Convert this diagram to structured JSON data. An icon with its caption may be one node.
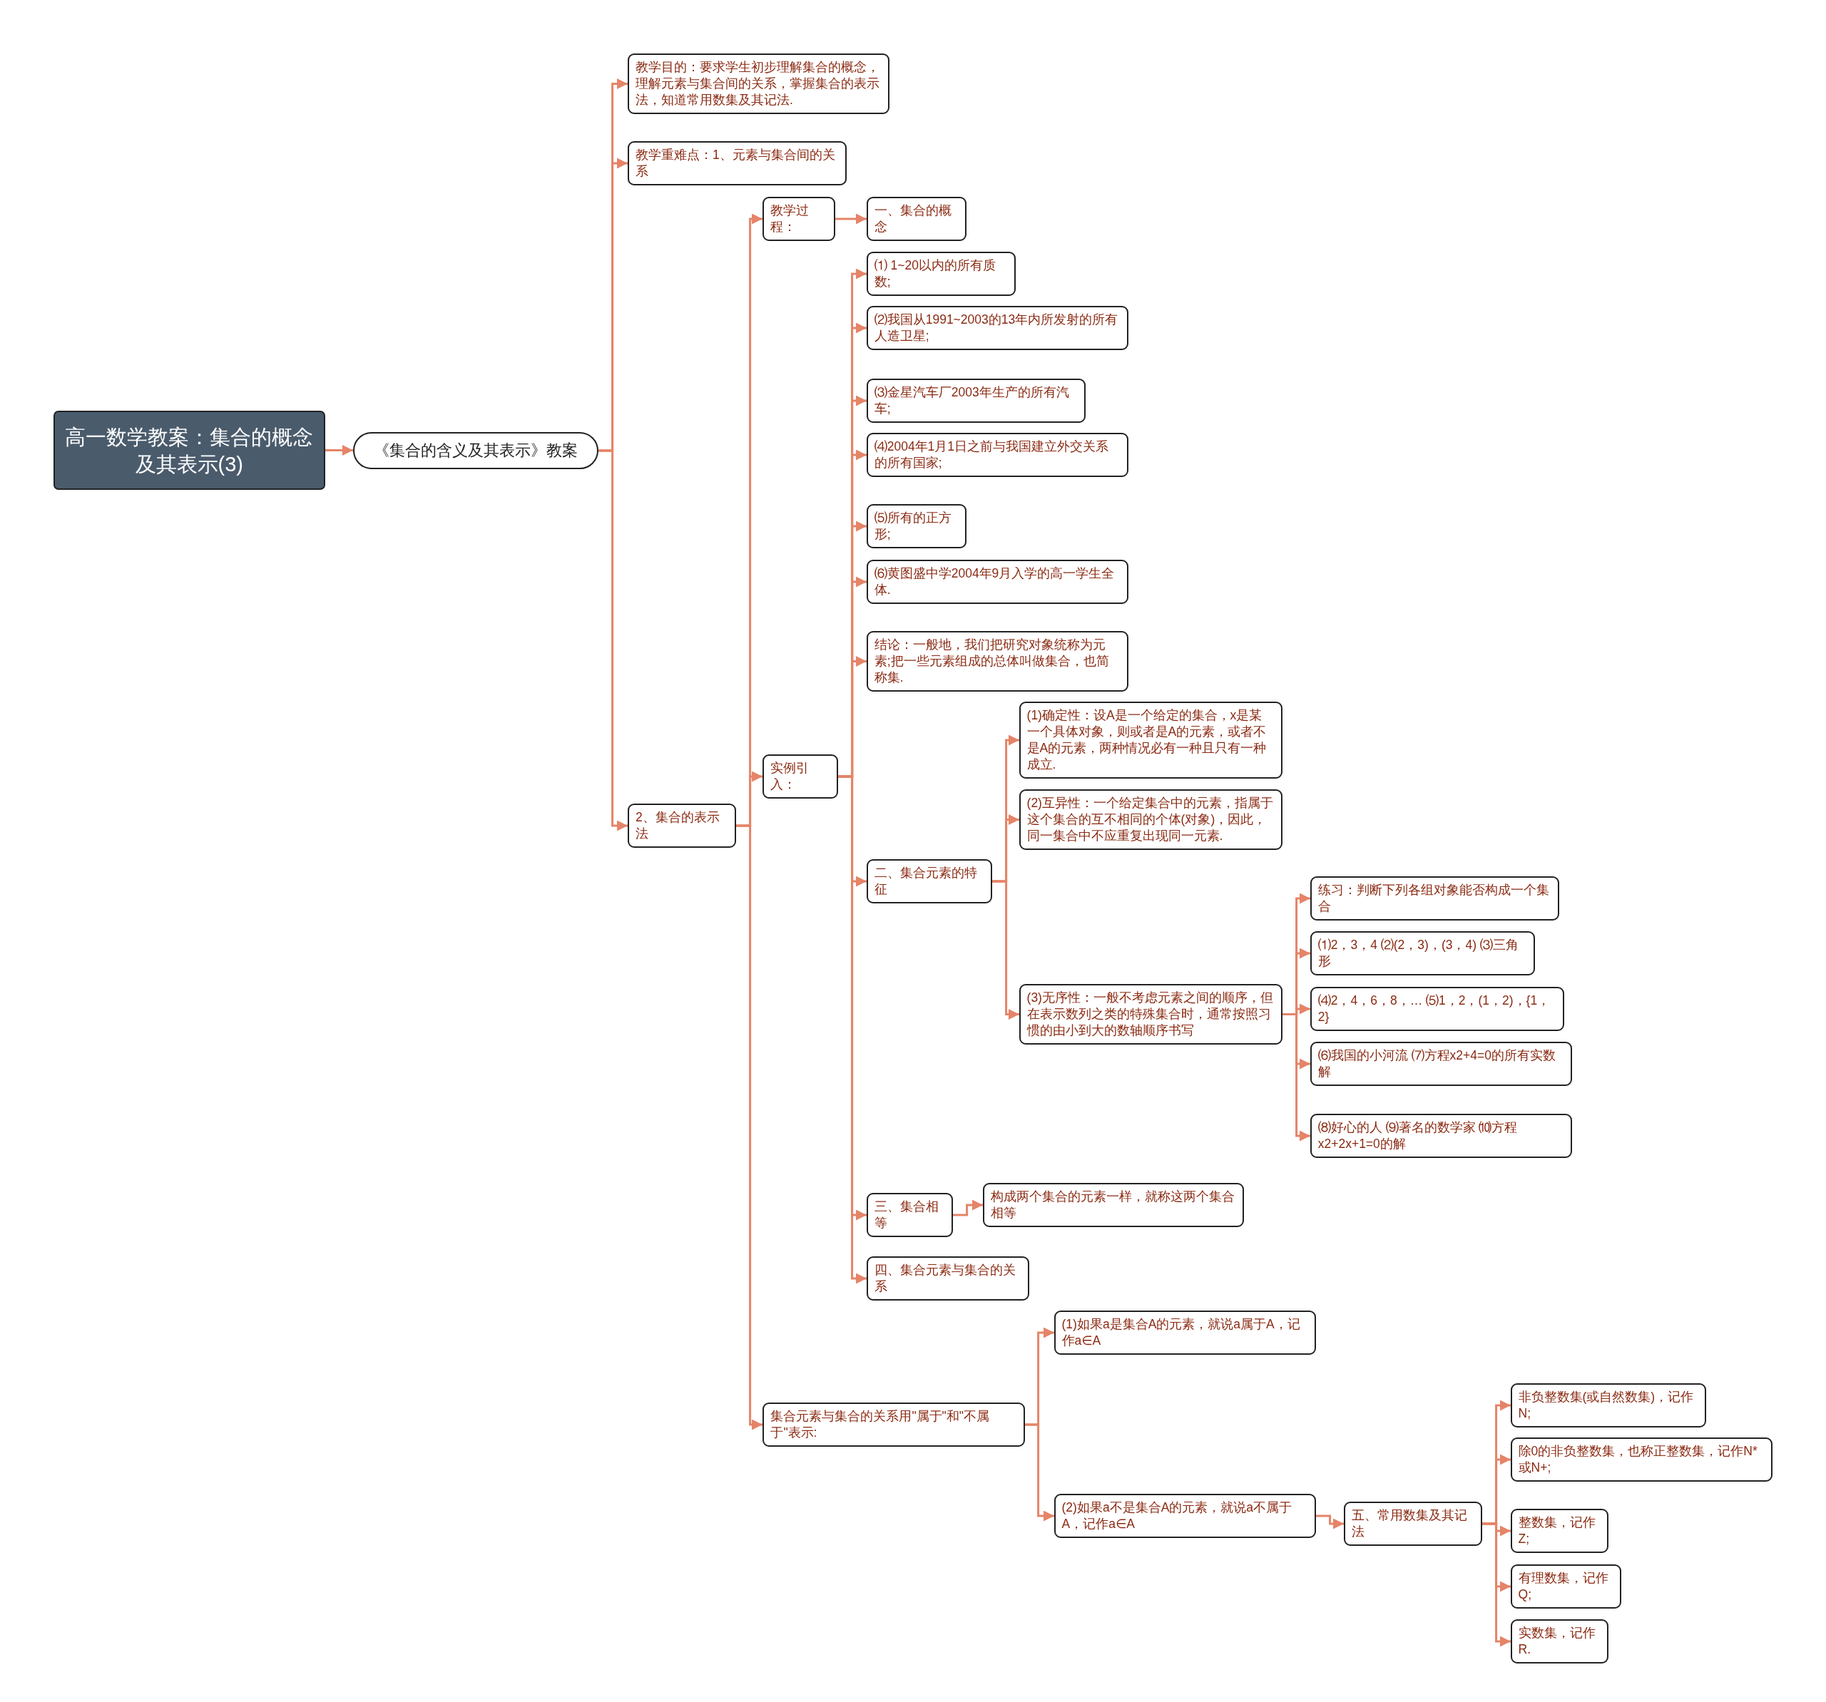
{
  "diagram": {
    "nodes": [
      {
        "text": [
          "高一数学教案：集合的概念及其表示(3)"
        ]
      },
      {
        "text": [
          "《集合的含义及其表示》教案"
        ]
      },
      {
        "text": [
          "教学目的：要求学生初步理解集合的概念，理解元素与集合间的关系，掌握集合的表示法，知道常用数集及其记法."
        ]
      },
      {
        "text": [
          "教学重难点：1、元素与集合间的关系"
        ]
      },
      {
        "text": [
          "2、集合的表示法"
        ]
      },
      {
        "text": [
          "教学过程："
        ]
      },
      {
        "text": [
          "一、集合的概念"
        ]
      },
      {
        "text": [
          "实例引入："
        ]
      },
      {
        "text": [
          "⑴ 1~20以内的所有质数;"
        ]
      },
      {
        "text": [
          "⑵我国从1991~2003的13年内所发射的所有人造卫星;"
        ]
      },
      {
        "text": [
          "⑶金星汽车厂2003年生产的所有汽车;"
        ]
      },
      {
        "text": [
          "⑷2004年1月1日之前与我国建立外交关系的所有国家;"
        ]
      },
      {
        "text": [
          "⑸所有的正方形;"
        ]
      },
      {
        "text": [
          "⑹黄图盛中学2004年9月入学的高一学生全体."
        ]
      },
      {
        "text": [
          "结论：一般地，我们把研究对象统称为元素;把一些元素组成的总体叫做集合，也简称集."
        ]
      },
      {
        "text": [
          "二、集合元素的特征"
        ]
      },
      {
        "text": [
          "(1)确定性：设A是一个给定的集合，x是某一个具体对象，则或者是A的元素，或者不是A的元素，两种情况必有一种且只有一种成立."
        ]
      },
      {
        "text": [
          "(2)互异性：一个给定集合中的元素，指属于这个集合的互不相同的个体(对象)，因此，同一集合中不应重复出现同一元素."
        ]
      },
      {
        "text": [
          "(3)无序性：一般不考虑元素之间的顺序，但在表示数列之类的特殊集合时，通常按照习惯的由小到大的数轴顺序书写"
        ]
      },
      {
        "text": [
          "练习：判断下列各组对象能否构成一个集合"
        ]
      },
      {
        "text": [
          "⑴2，3，4 ⑵(2，3)，(3，4) ⑶三角形"
        ]
      },
      {
        "text": [
          "⑷2，4，6，8，… ⑸1，2，(1，2)，{1，2}"
        ]
      },
      {
        "text": [
          "⑹我国的小河流 ⑺方程x2+4=0的所有实数解"
        ]
      },
      {
        "text": [
          "⑻好心的人 ⑼著名的数学家 ⑽方程x2+2x+1=0的解"
        ]
      },
      {
        "text": [
          "三、集合相等"
        ]
      },
      {
        "text": [
          "构成两个集合的元素一样，就称这两个集合相等"
        ]
      },
      {
        "text": [
          "四、集合元素与集合的关系"
        ]
      },
      {
        "text": [
          "集合元素与集合的关系用\"属于\"和\"不属于\"表示:"
        ]
      },
      {
        "text": [
          "(1)如果a是集合A的元素，就说a属于A，记作a∈A"
        ]
      },
      {
        "text": [
          "(2)如果a不是集合A的元素，就说a不属于A，记作a∈A"
        ]
      },
      {
        "text": [
          "五、常用数集及其记法"
        ]
      },
      {
        "text": [
          "非负整数集(或自然数集)，记作N;"
        ]
      },
      {
        "text": [
          "除0的非负整数集，也称正整数集，记作N*或N+;"
        ]
      },
      {
        "text": [
          "整数集，记作Z;"
        ]
      },
      {
        "text": [
          "有理数集，记作Q;"
        ]
      },
      {
        "text": [
          "实数集，记作R."
        ]
      }
    ],
    "edges": [
      {
        "from": 0,
        "to": 1,
        "arrow": "to"
      },
      {
        "from": 1,
        "to": 2,
        "arrow": "to"
      },
      {
        "from": 1,
        "to": 3,
        "arrow": "to"
      },
      {
        "from": 1,
        "to": 4,
        "arrow": "to"
      },
      {
        "from": 4,
        "to": 5,
        "arrow": "to"
      },
      {
        "from": 5,
        "to": 6,
        "arrow": "to"
      },
      {
        "from": 4,
        "to": 7,
        "arrow": "to"
      },
      {
        "from": 7,
        "to": 8,
        "arrow": "to"
      },
      {
        "from": 7,
        "to": 9,
        "arrow": "to"
      },
      {
        "from": 7,
        "to": 10,
        "arrow": "to"
      },
      {
        "from": 7,
        "to": 11,
        "arrow": "to"
      },
      {
        "from": 7,
        "to": 12,
        "arrow": "to"
      },
      {
        "from": 7,
        "to": 13,
        "arrow": "to"
      },
      {
        "from": 7,
        "to": 14,
        "arrow": "to"
      },
      {
        "from": 7,
        "to": 15,
        "arrow": "to"
      },
      {
        "from": 15,
        "to": 16,
        "arrow": "to"
      },
      {
        "from": 15,
        "to": 17,
        "arrow": "to"
      },
      {
        "from": 15,
        "to": 18,
        "arrow": "to"
      },
      {
        "from": 18,
        "to": 19,
        "arrow": "to"
      },
      {
        "from": 18,
        "to": 20,
        "arrow": "to"
      },
      {
        "from": 18,
        "to": 21,
        "arrow": "to"
      },
      {
        "from": 18,
        "to": 22,
        "arrow": "to"
      },
      {
        "from": 18,
        "to": 23,
        "arrow": "to"
      },
      {
        "from": 7,
        "to": 24,
        "arrow": "to"
      },
      {
        "from": 24,
        "to": 25,
        "arrow": "to"
      },
      {
        "from": 7,
        "to": 26,
        "arrow": "to"
      },
      {
        "from": 4,
        "to": 27,
        "arrow": "to"
      },
      {
        "from": 27,
        "to": 28,
        "arrow": "to"
      },
      {
        "from": 27,
        "to": 29,
        "arrow": "to"
      },
      {
        "from": 29,
        "to": 30,
        "arrow": "to"
      },
      {
        "from": 30,
        "to": 31,
        "arrow": "to"
      },
      {
        "from": 30,
        "to": 32,
        "arrow": "to"
      },
      {
        "from": 30,
        "to": 33,
        "arrow": "to"
      },
      {
        "from": 30,
        "to": 34,
        "arrow": "to"
      },
      {
        "from": 30,
        "to": 35,
        "arrow": "to"
      }
    ]
  }
}
